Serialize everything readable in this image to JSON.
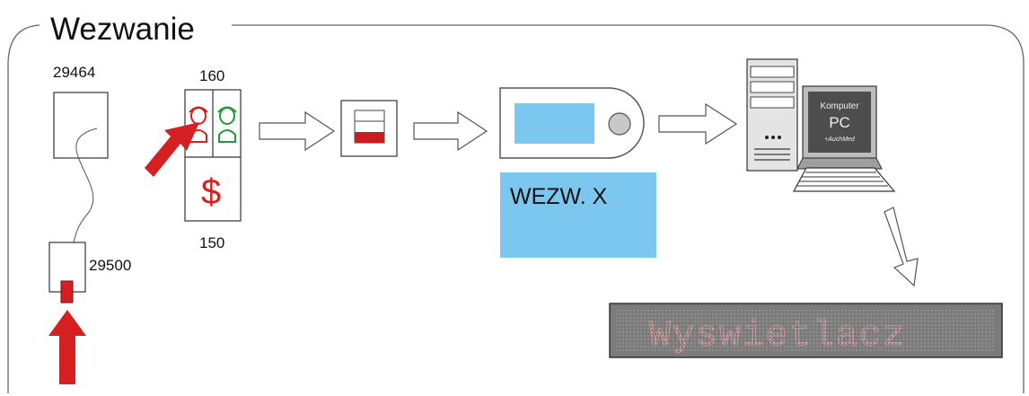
{
  "title": "Wezwanie",
  "devices": {
    "call_button": {
      "label": "29464"
    },
    "pull_switch": {
      "label": "29500"
    },
    "panel_top": {
      "label": "160"
    },
    "panel_bottom": {
      "label": "150"
    },
    "panel_dollar": {
      "glyph": "$"
    }
  },
  "pager": {
    "message": "WEZW. X"
  },
  "computer": {
    "line1": "Komputer",
    "line2": "PC",
    "line3": "+AuchMed"
  },
  "display": {
    "text": "Wyswietlacz"
  },
  "colors": {
    "accent_red": "#d42020",
    "accent_green": "#1e9a3c",
    "screen_blue": "#7cc7ef",
    "display_bg": "#7b7b7b",
    "display_led": "#e4a0a0"
  }
}
